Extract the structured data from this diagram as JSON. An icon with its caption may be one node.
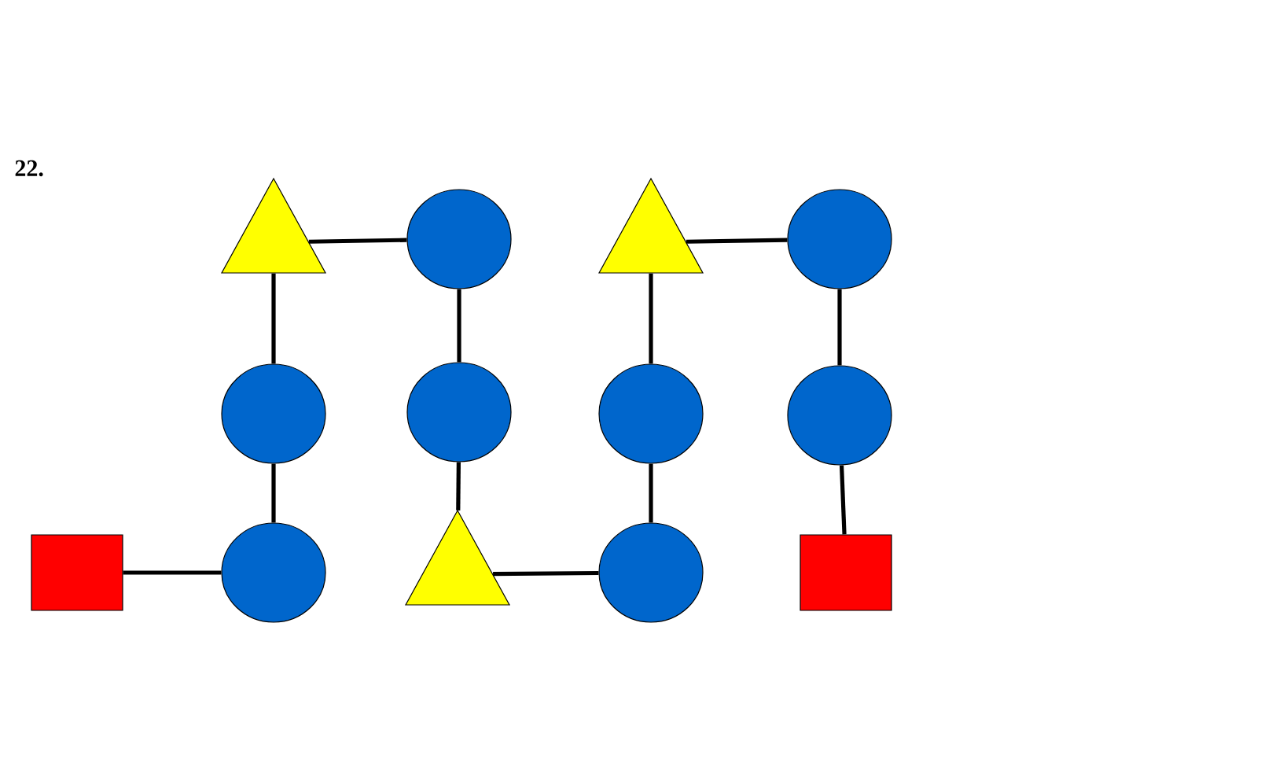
{
  "diagram": {
    "nodes": [
      {
        "text": [],
        "shape": "triangle"
      },
      {
        "text": [],
        "shape": "circle"
      },
      {
        "text": [],
        "shape": "triangle"
      },
      {
        "text": [],
        "shape": "circle"
      },
      {
        "text": [],
        "shape": "circle"
      },
      {
        "text": [],
        "shape": "circle"
      },
      {
        "text": [],
        "shape": "circle"
      },
      {
        "text": [],
        "shape": "circle"
      },
      {
        "text": [],
        "shape": "box"
      },
      {
        "text": [],
        "shape": "circle"
      },
      {
        "text": [],
        "shape": "triangle"
      },
      {
        "text": [],
        "shape": "circle"
      },
      {
        "text": [],
        "shape": "box"
      }
    ],
    "edges": [
      {
        "from": 8,
        "to": 9,
        "arrow": "none"
      },
      {
        "from": 9,
        "to": 4,
        "arrow": "none"
      },
      {
        "from": 4,
        "to": 0,
        "arrow": "none"
      },
      {
        "from": 0,
        "to": 1,
        "arrow": "none"
      },
      {
        "from": 1,
        "to": 5,
        "arrow": "none"
      },
      {
        "from": 5,
        "to": 10,
        "arrow": "none"
      },
      {
        "from": 10,
        "to": 11,
        "arrow": "none"
      },
      {
        "from": 11,
        "to": 6,
        "arrow": "none"
      },
      {
        "from": 6,
        "to": 2,
        "arrow": "none"
      },
      {
        "from": 2,
        "to": 3,
        "arrow": "none"
      },
      {
        "from": 3,
        "to": 7,
        "arrow": "none"
      },
      {
        "from": 7,
        "to": 12,
        "arrow": "none"
      }
    ],
    "labels": [
      "22."
    ]
  }
}
